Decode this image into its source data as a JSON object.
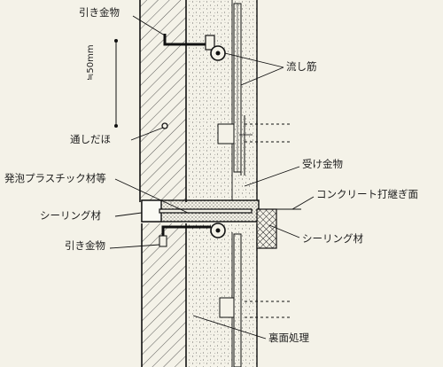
{
  "labels": {
    "pull_anchor_top": "引き金物",
    "drip_bar": "流し筋",
    "dimension": "≒50mm",
    "weep_dowel": "通しだほ",
    "receiving_bracket": "受け金物",
    "foam_plastic": "発泡プラスチック材等",
    "concrete_joint": "コンクリート打継ぎ面",
    "sealing_left": "シーリング材",
    "sealing_right": "シーリング材",
    "pull_anchor_bottom": "引き金物",
    "back_treatment": "裏面処理"
  },
  "colors": {
    "ink": "#1d1d1d",
    "paper": "#f4f2e8"
  }
}
